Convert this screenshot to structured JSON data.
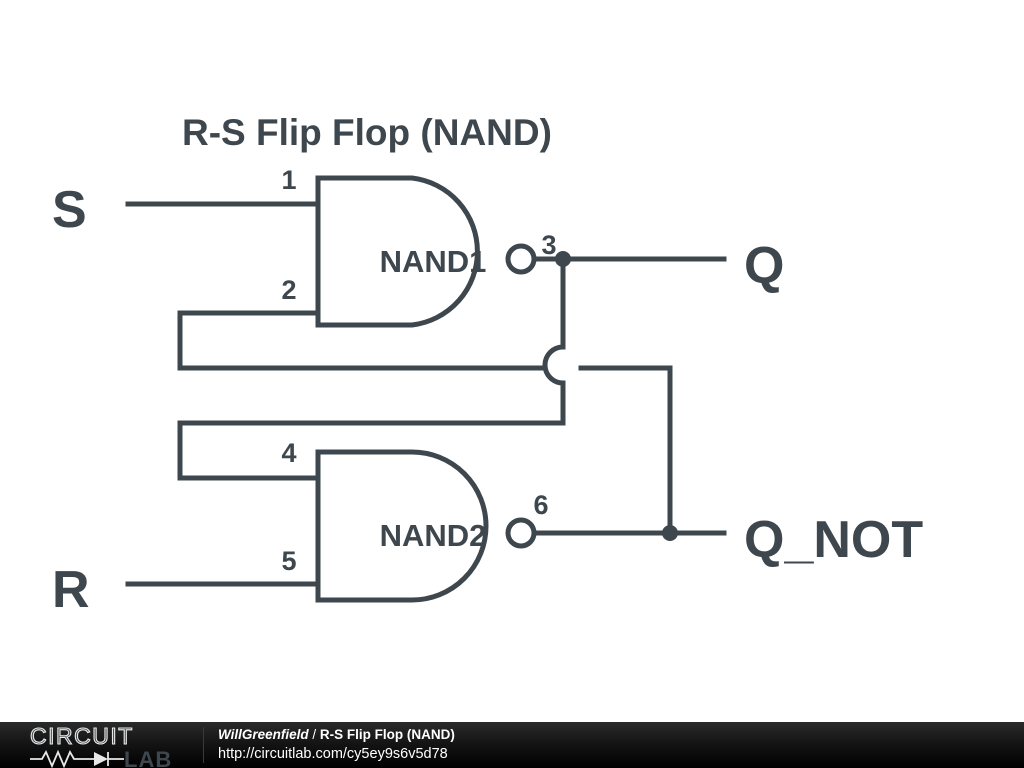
{
  "diagram": {
    "title": "R-S Flip Flop (NAND)",
    "stroke_color": "#3d474d",
    "background_color": "#ffffff",
    "ports": {
      "s_label": "S",
      "r_label": "R",
      "q_label": "Q",
      "q_not_label": "Q_NOT"
    },
    "gates": [
      {
        "name": "NAND1",
        "label": "NAND1",
        "type": "NAND",
        "input_pins": [
          "1",
          "2"
        ],
        "output_pin": "3"
      },
      {
        "name": "NAND2",
        "label": "NAND2",
        "type": "NAND",
        "input_pins": [
          "4",
          "5"
        ],
        "output_pin": "6"
      }
    ],
    "pins": {
      "p1": "1",
      "p2": "2",
      "p3": "3",
      "p4": "4",
      "p5": "5",
      "p6": "6"
    }
  },
  "footer": {
    "logo_top": "CIRCUIT",
    "logo_bottom": "LAB",
    "username": "WillGreenfield",
    "separator": " / ",
    "project": "R-S Flip Flop (NAND)",
    "url": "http://circuitlab.com/cy5ey9s6v5d78",
    "background_color": "#111111",
    "text_color": "#ffffff"
  }
}
